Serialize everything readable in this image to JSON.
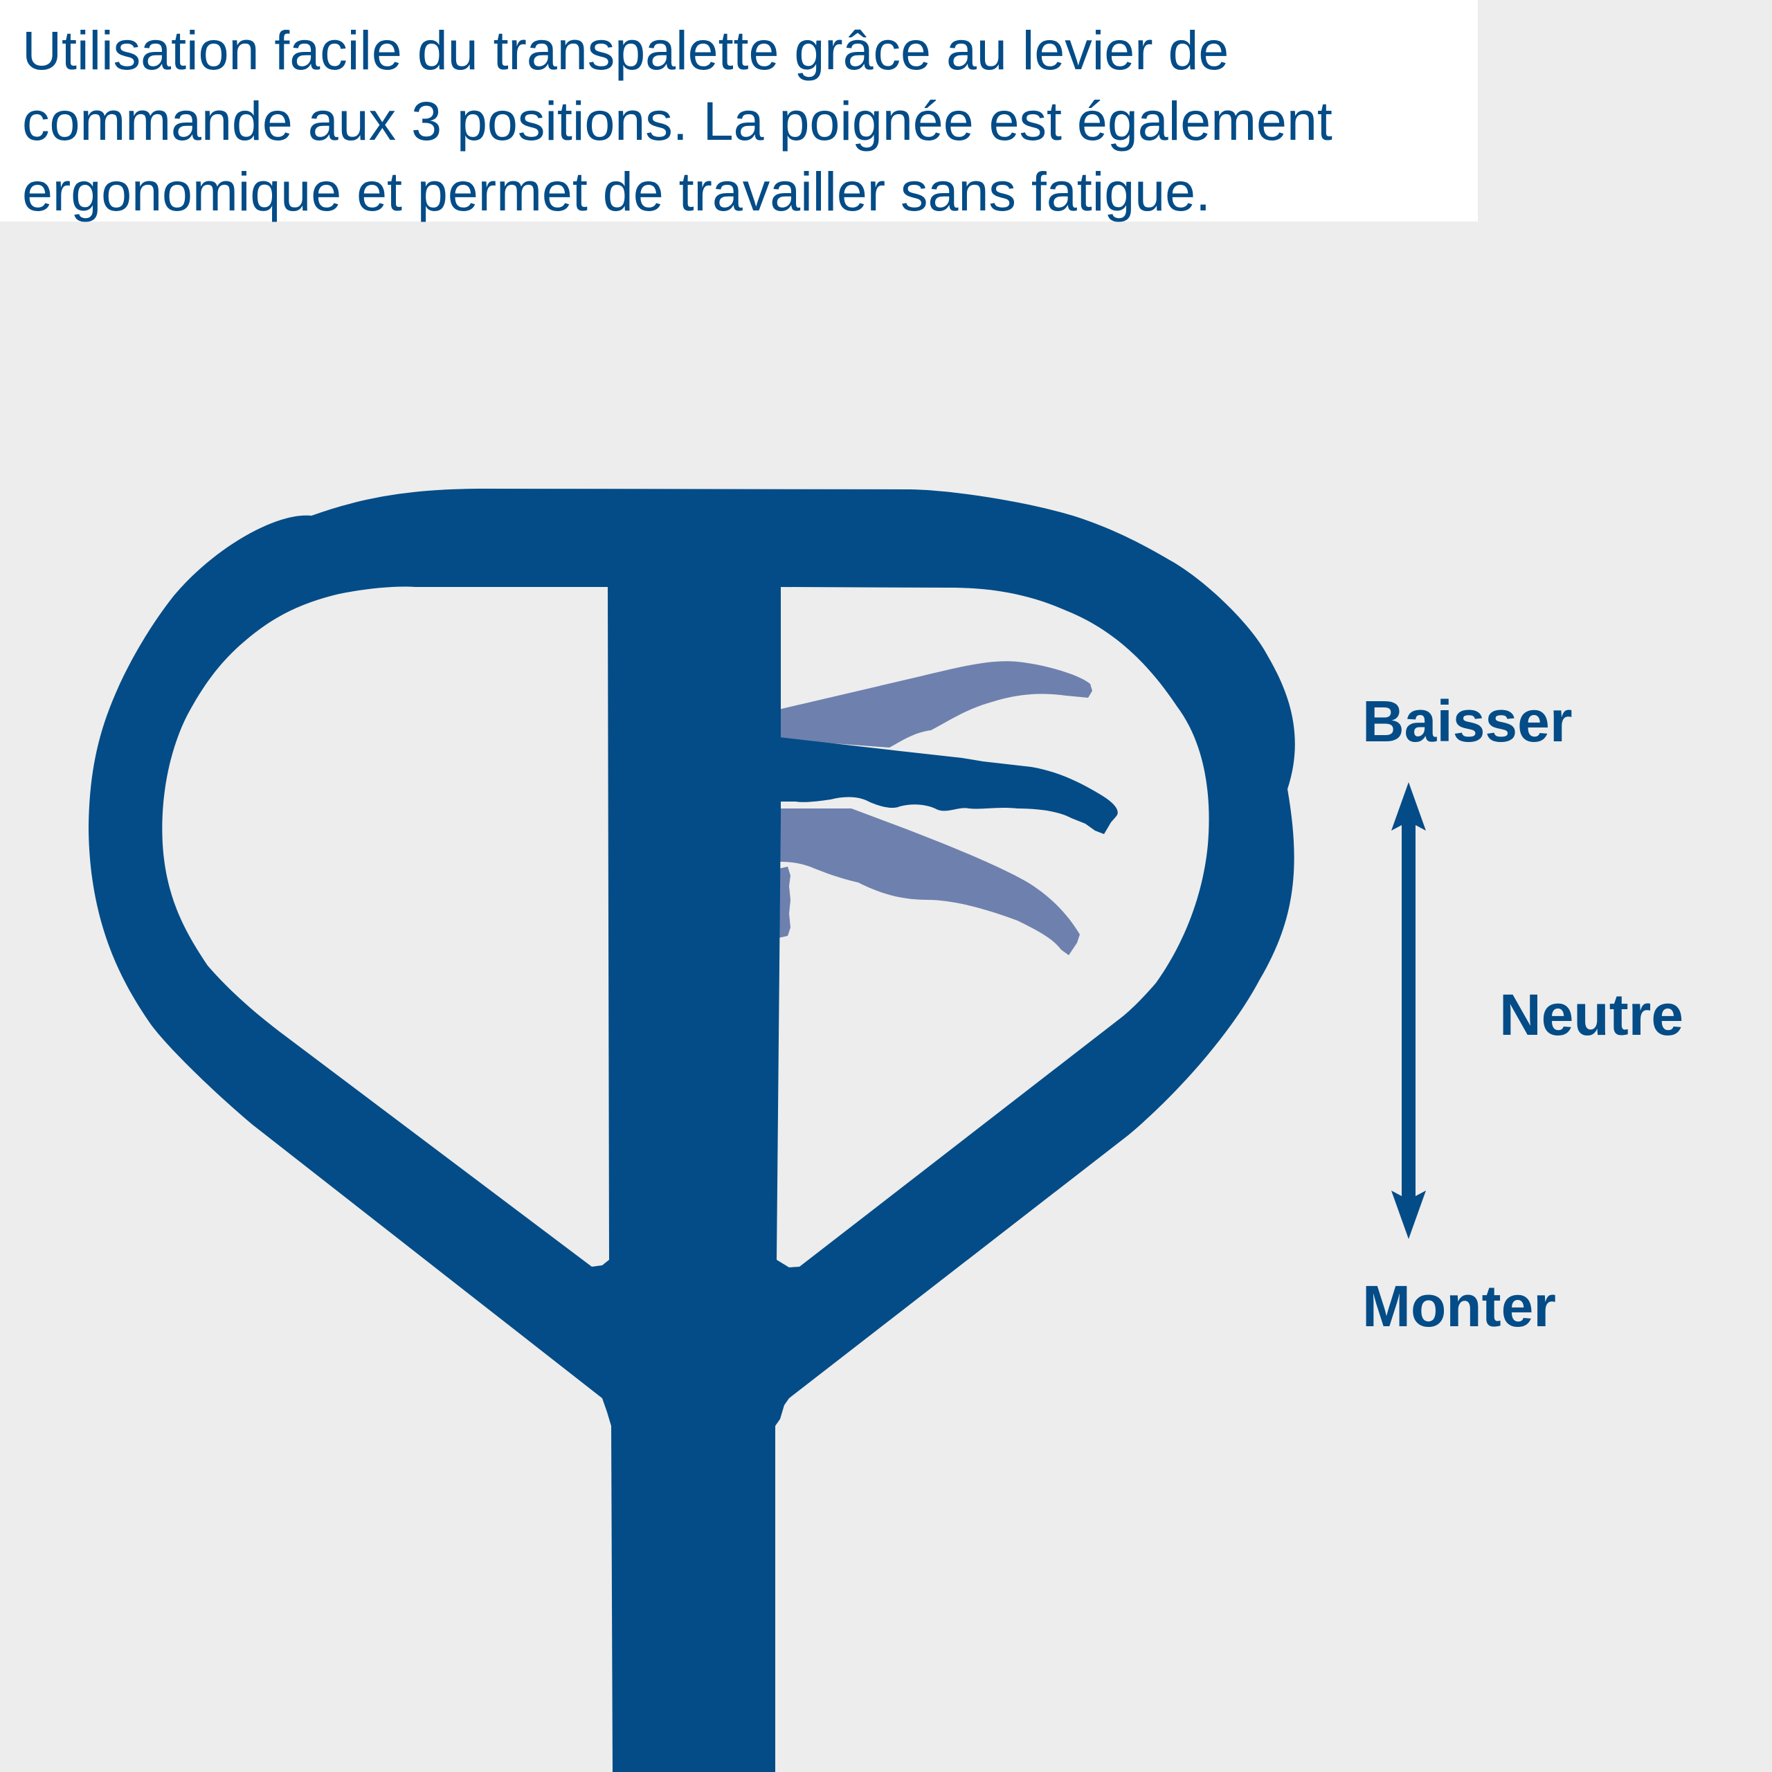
{
  "caption": {
    "lines": [
      "Utilisation facile du transpalette grâce au levier de",
      "commande aux 3 positions. La poignée est également",
      "ergonomique et permet de travailler sans fatigue."
    ]
  },
  "positions": {
    "up": "Baisser",
    "middle": "Neutre",
    "down": "Monter"
  },
  "colors": {
    "handle": "#034c87",
    "lever_alt": "#6e80ae",
    "background": "#ededed",
    "caption_bg": "#ffffff"
  }
}
